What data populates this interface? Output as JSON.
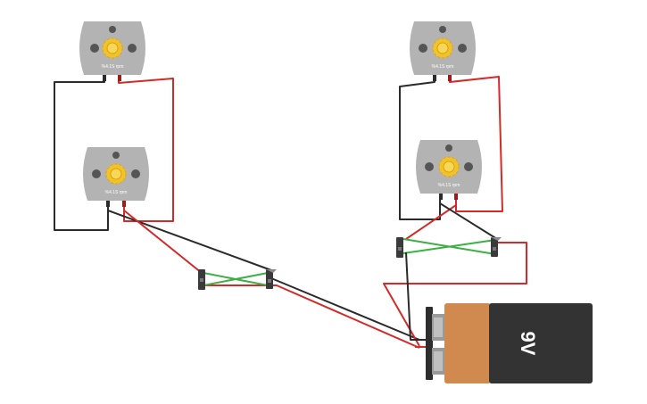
{
  "motors": [
    {
      "id": "motor-1",
      "rpm_label": "%4.1S rpm"
    },
    {
      "id": "motor-2",
      "rpm_label": "%4.1S rpm"
    },
    {
      "id": "motor-3",
      "rpm_label": "%4.1S rpm"
    },
    {
      "id": "motor-4",
      "rpm_label": "%4.1S rpm"
    }
  ],
  "battery": {
    "label": "9V"
  },
  "colors": {
    "wire_red": "#d42a2a",
    "wire_black": "#2b2b2b",
    "wire_green": "#3cb043",
    "motor_body": "#b3b3b3",
    "gear": "#f2c12e",
    "battery_copper": "#d08a4f",
    "battery_black": "#333333"
  }
}
